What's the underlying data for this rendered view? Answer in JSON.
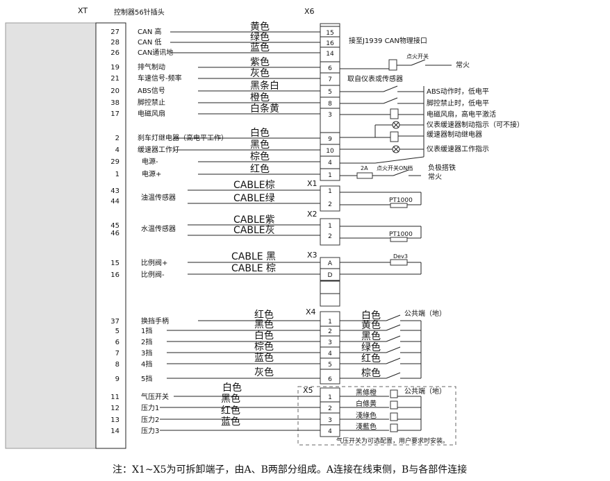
{
  "xt_label": "XT",
  "xt_title": "控制器56针插头",
  "x6": {
    "label": "X6",
    "rows": [
      {
        "pin": "27",
        "name": "CAN 高",
        "color": "黄色",
        "term": "15"
      },
      {
        "pin": "28",
        "name": "CAN 低",
        "color": "绿色",
        "term": "16"
      },
      {
        "pin": "26",
        "name": "CAN通讯地",
        "color": "蓝色",
        "term": "14"
      },
      {
        "pin": "19",
        "name": "排气制动",
        "color": "紫色",
        "term": "6"
      },
      {
        "pin": "21",
        "name": "车速信号-频率",
        "color": "灰色",
        "term": "7"
      },
      {
        "pin": "20",
        "name": "ABS信号",
        "color": "黑条白",
        "term": "5"
      },
      {
        "pin": "38",
        "name": "脚控禁止",
        "color": "橙色",
        "term": "8"
      },
      {
        "pin": "17",
        "name": "电磁风扇",
        "color": "白条黄",
        "term": "3"
      },
      {
        "pin": "2",
        "name": "刹车灯继电器（高电平工作）",
        "color": "白色",
        "term": "9"
      },
      {
        "pin": "4",
        "name": "缓速器工作灯",
        "color": "黑色",
        "term": "10"
      },
      {
        "pin": "29",
        "name": "电源-",
        "color": "棕色",
        "term": "4"
      },
      {
        "pin": "1",
        "name": "电源+",
        "color": "红色",
        "term": "1"
      }
    ],
    "right_notes": {
      "can": "接至J1939 CAN物理接口",
      "ignition_switch": "点火开关",
      "always_on": "常火",
      "from_meter": "取自仪表或传感器",
      "abs": "ABS动作时，低电平",
      "foot": "脚控禁止时，低电平",
      "fan": "电磁风扇，高电平激活",
      "brake_ind": "仪表缓速器制动指示（可不接）",
      "relay": "缓速器制动继电器",
      "work_ind": "仪表缓速器工作指示",
      "fuse": "2A",
      "ignition_on": "点火开关ON档",
      "neg": "负极搭铁",
      "always_on_2": "常火"
    }
  },
  "x1": {
    "label": "X1",
    "name": "油温传感器",
    "rows": [
      {
        "pin": "43",
        "cable": "CABLE棕",
        "term": "1"
      },
      {
        "pin": "44",
        "cable": "CABLE绿",
        "term": "2"
      }
    ],
    "sensor": "PT1000"
  },
  "x2": {
    "label": "X2",
    "name": "水温传感器",
    "rows": [
      {
        "pin": "45",
        "cable": "CABLE紫",
        "term": "1"
      },
      {
        "pin": "46",
        "cable": "CABLE灰",
        "term": "2"
      }
    ],
    "sensor": "PT1000"
  },
  "x3": {
    "label": "X3",
    "rows": [
      {
        "pin": "15",
        "name": "比例阀+",
        "cable": "CABLE 黑",
        "term": "A"
      },
      {
        "pin": "16",
        "name": "比例阀-",
        "cable": "CABLE 棕",
        "term": "D"
      }
    ],
    "valve": "Dev3"
  },
  "x4": {
    "label": "X4",
    "common": "公共端（地）",
    "rows": [
      {
        "pin": "37",
        "name": "换挡手柄",
        "color": "红色",
        "term": "1",
        "out": "白色"
      },
      {
        "pin": "5",
        "name": "1挡",
        "color": "黑色",
        "term": "2",
        "out": "黄色"
      },
      {
        "pin": "6",
        "name": "2挡",
        "color": "白色",
        "term": "3",
        "out": "黑色"
      },
      {
        "pin": "7",
        "name": "3挡",
        "color": "棕色",
        "term": "4",
        "out": "绿色"
      },
      {
        "pin": "8",
        "name": "4挡",
        "color": "蓝色",
        "term": "5",
        "out": "红色"
      },
      {
        "pin": "9",
        "name": "5挡",
        "color": "灰色",
        "term": "6",
        "out": "棕色"
      }
    ]
  },
  "x5": {
    "label": "X5",
    "common": "公共端（地）",
    "rows": [
      {
        "pin": "11",
        "name": "气压开关",
        "color": "白色",
        "term": "1",
        "out": "黑條橙"
      },
      {
        "pin": "12",
        "name": "压力1",
        "color": "黑色",
        "term": "2",
        "out": "白條黄"
      },
      {
        "pin": "13",
        "name": "压力2",
        "color": "红色",
        "term": "3",
        "out": "淺綠色"
      },
      {
        "pin": "14",
        "name": "压力3",
        "color": "蓝色",
        "term": "4",
        "out": "淺藍色"
      }
    ],
    "note": "气压开关为可选配置，用户要求时安装。"
  },
  "footnote": "注：X1~X5为可拆卸端子，由A、B两部分组成。A连接在线束侧，B与各部件连接"
}
